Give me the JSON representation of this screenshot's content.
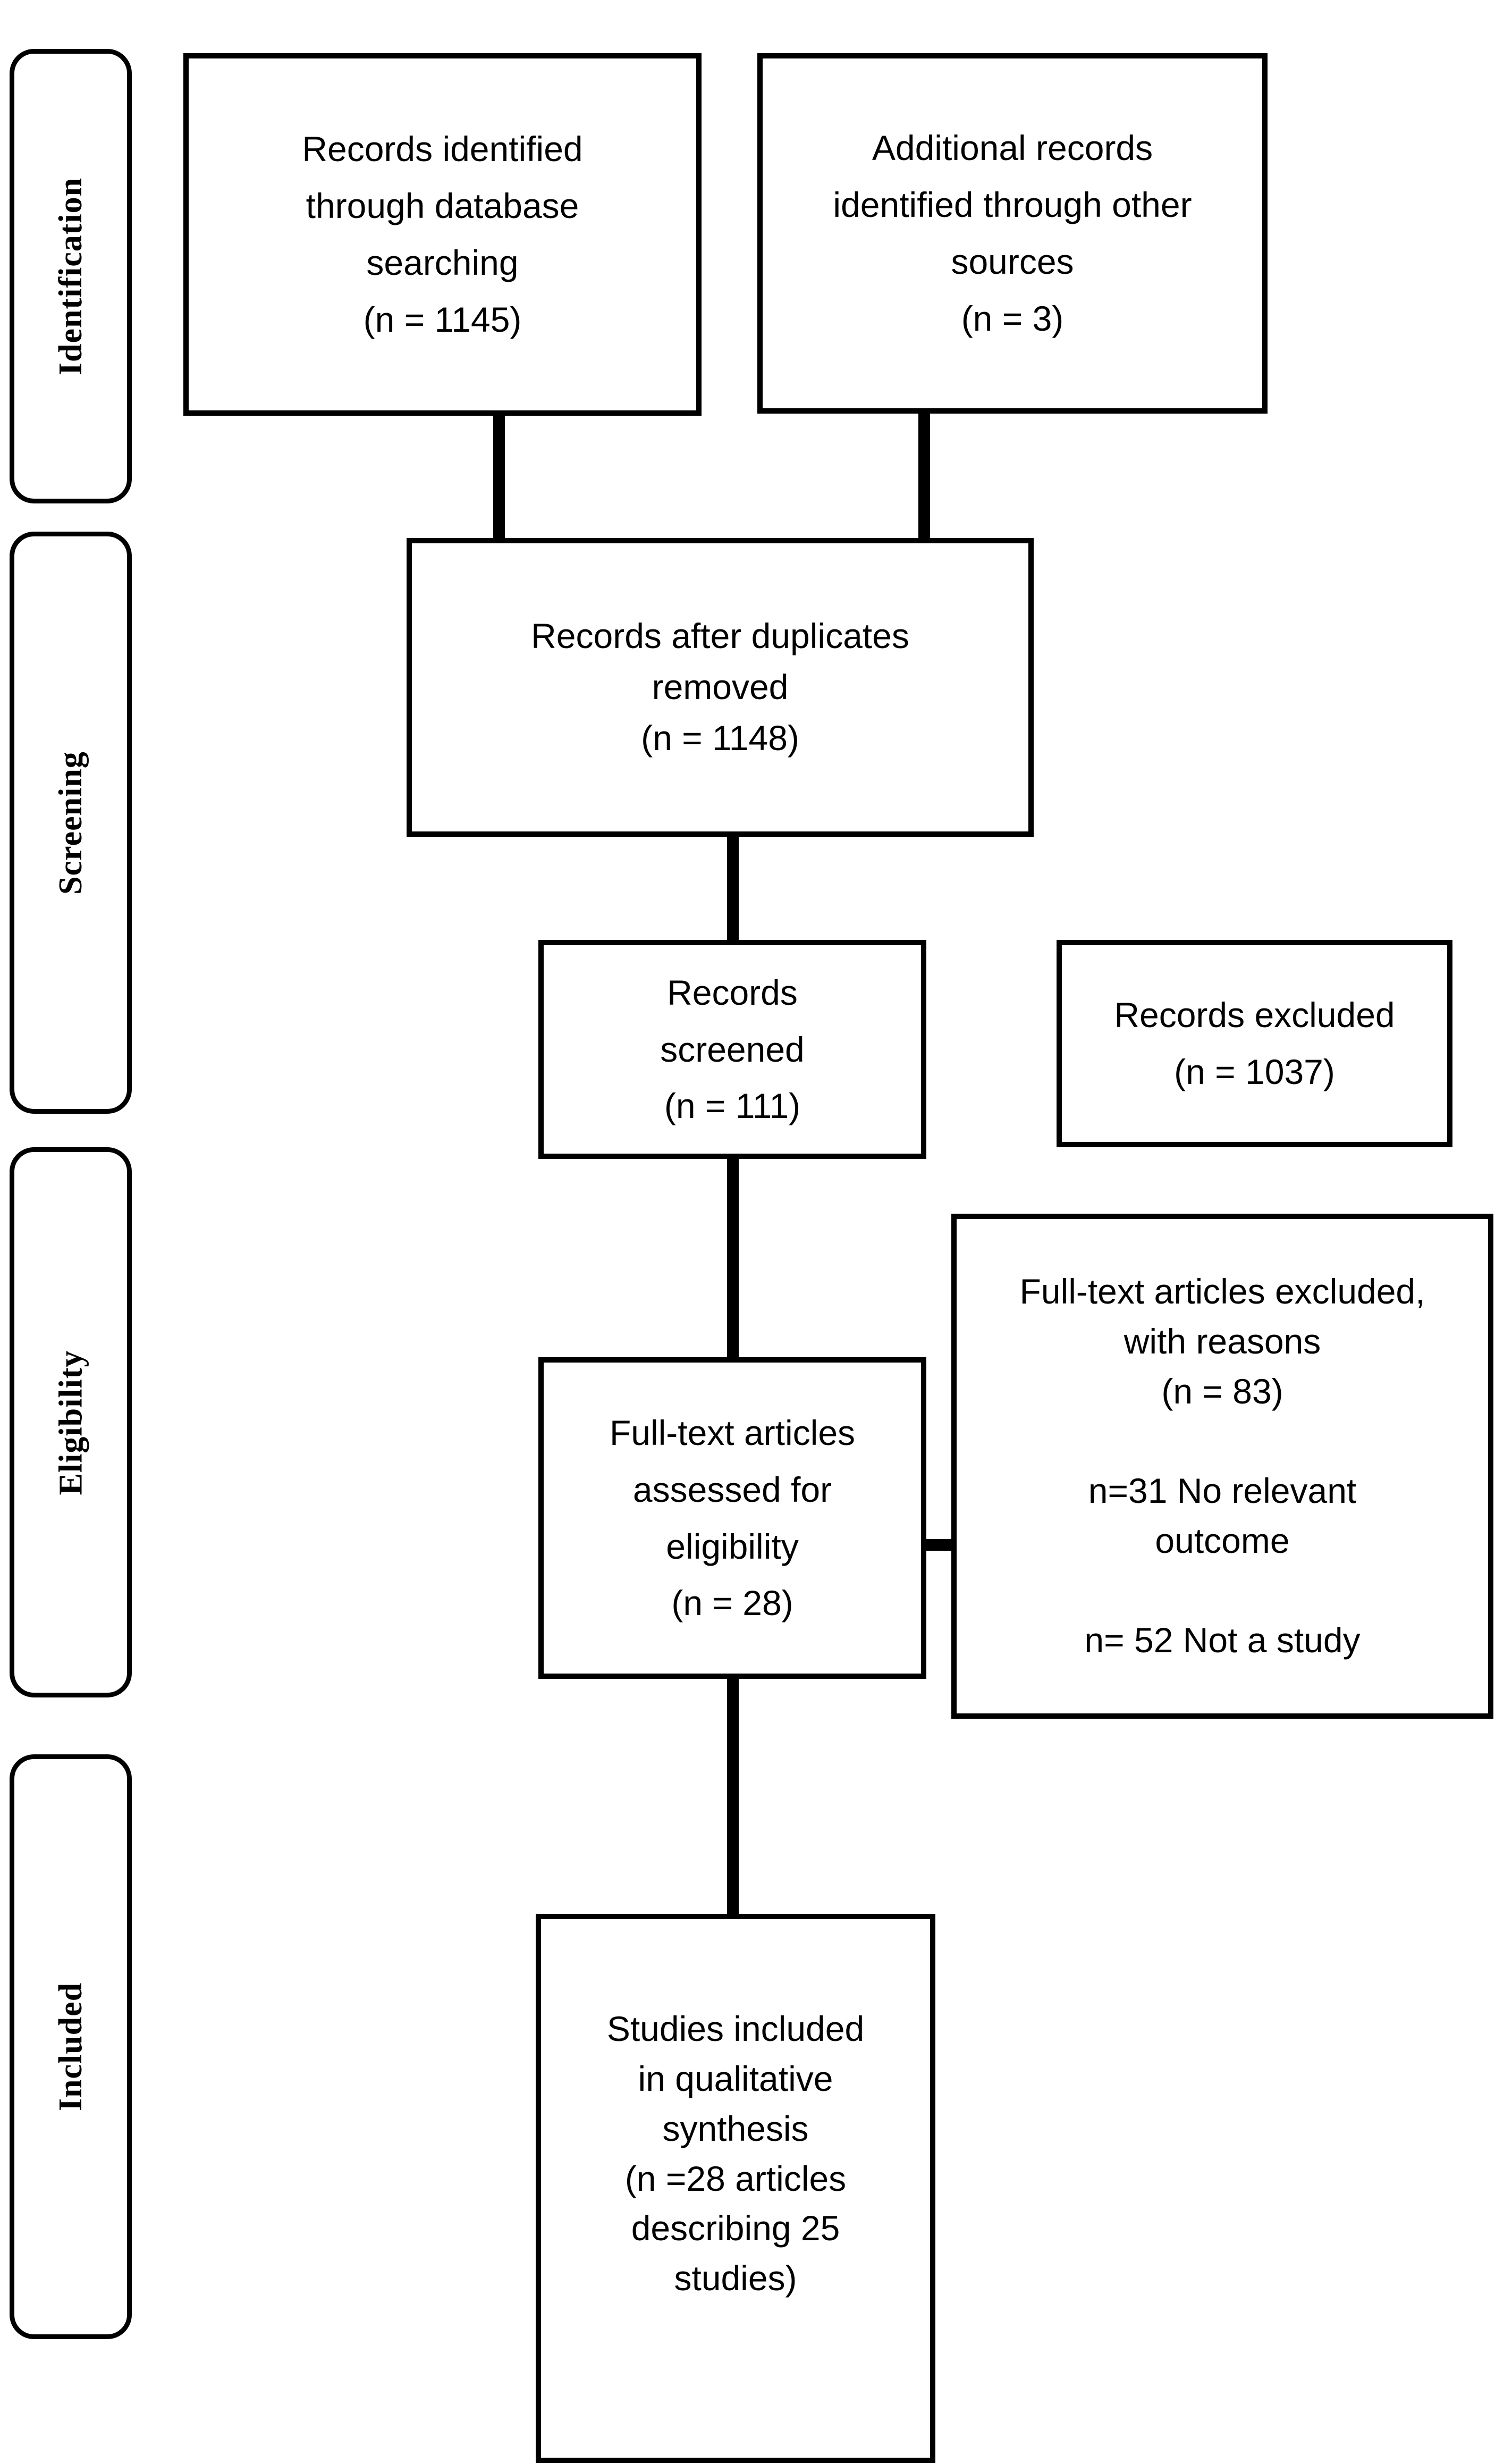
{
  "diagram": {
    "type": "PRISMA flow diagram",
    "stages": [
      {
        "id": "identification",
        "label": "Identification"
      },
      {
        "id": "screening",
        "label": "Screening"
      },
      {
        "id": "eligibility",
        "label": "Eligibility"
      },
      {
        "id": "included",
        "label": "Included"
      }
    ],
    "boxes": [
      {
        "id": "records-identified-database",
        "stage": "identification",
        "text": "Records identified\nthrough database\nsearching\n(n = 1145)",
        "n": 1145
      },
      {
        "id": "additional-records-other-sources",
        "stage": "identification",
        "text": "Additional records\nidentified through other\nsources\n(n = 3)",
        "n": 3
      },
      {
        "id": "records-after-duplicates-removed",
        "stage": "screening",
        "text": "Records after duplicates\nremoved\n(n = 1148)",
        "n": 1148
      },
      {
        "id": "records-screened",
        "stage": "screening",
        "text": "Records\nscreened\n(n = 111)",
        "n": 111
      },
      {
        "id": "records-excluded",
        "stage": "screening",
        "text": "Records excluded\n(n = 1037)",
        "n": 1037
      },
      {
        "id": "full-text-assessed",
        "stage": "eligibility",
        "text": "Full-text articles\nassessed for\neligibility\n(n = 28)",
        "n": 28
      },
      {
        "id": "full-text-excluded",
        "stage": "eligibility",
        "text": "Full-text articles excluded,\nwith reasons\n(n = 83)\n\nn=31 No relevant\noutcome\n\nn= 52 Not a study",
        "n": 83,
        "reasons": [
          {
            "n": 31,
            "reason": "No relevant outcome"
          },
          {
            "n": 52,
            "reason": "Not a study"
          }
        ]
      },
      {
        "id": "studies-included",
        "stage": "included",
        "text": "Studies included\nin qualitative\nsynthesis\n(n =28 articles\ndescribing 25\nstudies)",
        "articles": 28,
        "studies": 25
      }
    ],
    "colors": {
      "line": "#000000",
      "box_fill": "#ffffff",
      "text": "#000000",
      "background": "#ffffff"
    }
  }
}
